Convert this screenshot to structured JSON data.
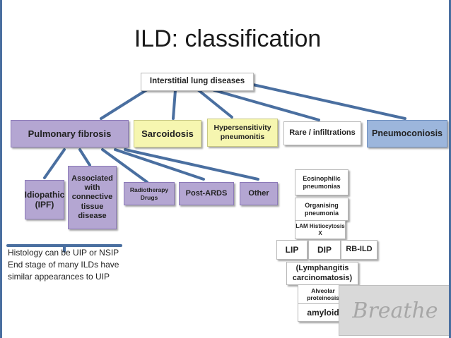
{
  "title": "ILD: classification",
  "root": "Interstitial lung diseases",
  "level1": {
    "pulmonary_fibrosis": "Pulmonary fibrosis",
    "sarcoidosis": "Sarcoidosis",
    "hypersensitivity": "Hypersensitivity pneumonitis",
    "rare": "Rare / infiltrations",
    "pneumoconiosis": "Pneumoconiosis"
  },
  "fibrosis_children": {
    "idiopathic": "Idiopathic (IPF)",
    "associated": "Associated with connective tissue disease",
    "radiotherapy": "Radiotherapy Drugs",
    "post_ards": "Post-ARDS",
    "other": "Other"
  },
  "rare_children": {
    "eosinophilic": "Eosinophilic pneumonias",
    "organising": "Organising pneumonia",
    "lam": "LAM Histiocytosis X",
    "lip": "LIP",
    "dip": "DIP",
    "rb_ild": "RB-ILD",
    "lymphangitis": "(Lymphangitis carcinomatosis)",
    "alveolar": "Alveolar proteinosis",
    "amyloid": "amyloid"
  },
  "note": {
    "line1": "Histology can be UIP or NSIP",
    "line2": "End stage of many ILDs have",
    "line3": "similar appearances to UIP"
  },
  "watermark": "Breathe",
  "colors": {
    "purple": "#b4a6d2",
    "yellow": "#f6f6b0",
    "blue": "#9cb6dc",
    "connector": "#4a6fa0"
  }
}
